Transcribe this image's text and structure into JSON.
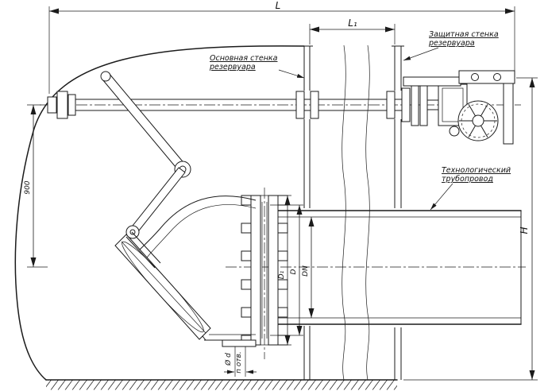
{
  "drawing": {
    "dims": {
      "L": "L",
      "L1": "L₁",
      "height_900": "900",
      "H": "H",
      "D1": "D₁",
      "D": "D",
      "DN": "DN",
      "hole_diameter": "Ø d",
      "hole_count": "n отв."
    },
    "notes": {
      "main_wall_line1": "Основная стенка",
      "main_wall_line2": "резервуара",
      "protective_wall_line1": "Защитная стенка",
      "protective_wall_line2": "резервуара",
      "pipeline_line1": "Технологический",
      "pipeline_line2": "трубопровод"
    },
    "colors": {
      "ink": "#1b1b1b",
      "paper": "#ffffff"
    }
  }
}
